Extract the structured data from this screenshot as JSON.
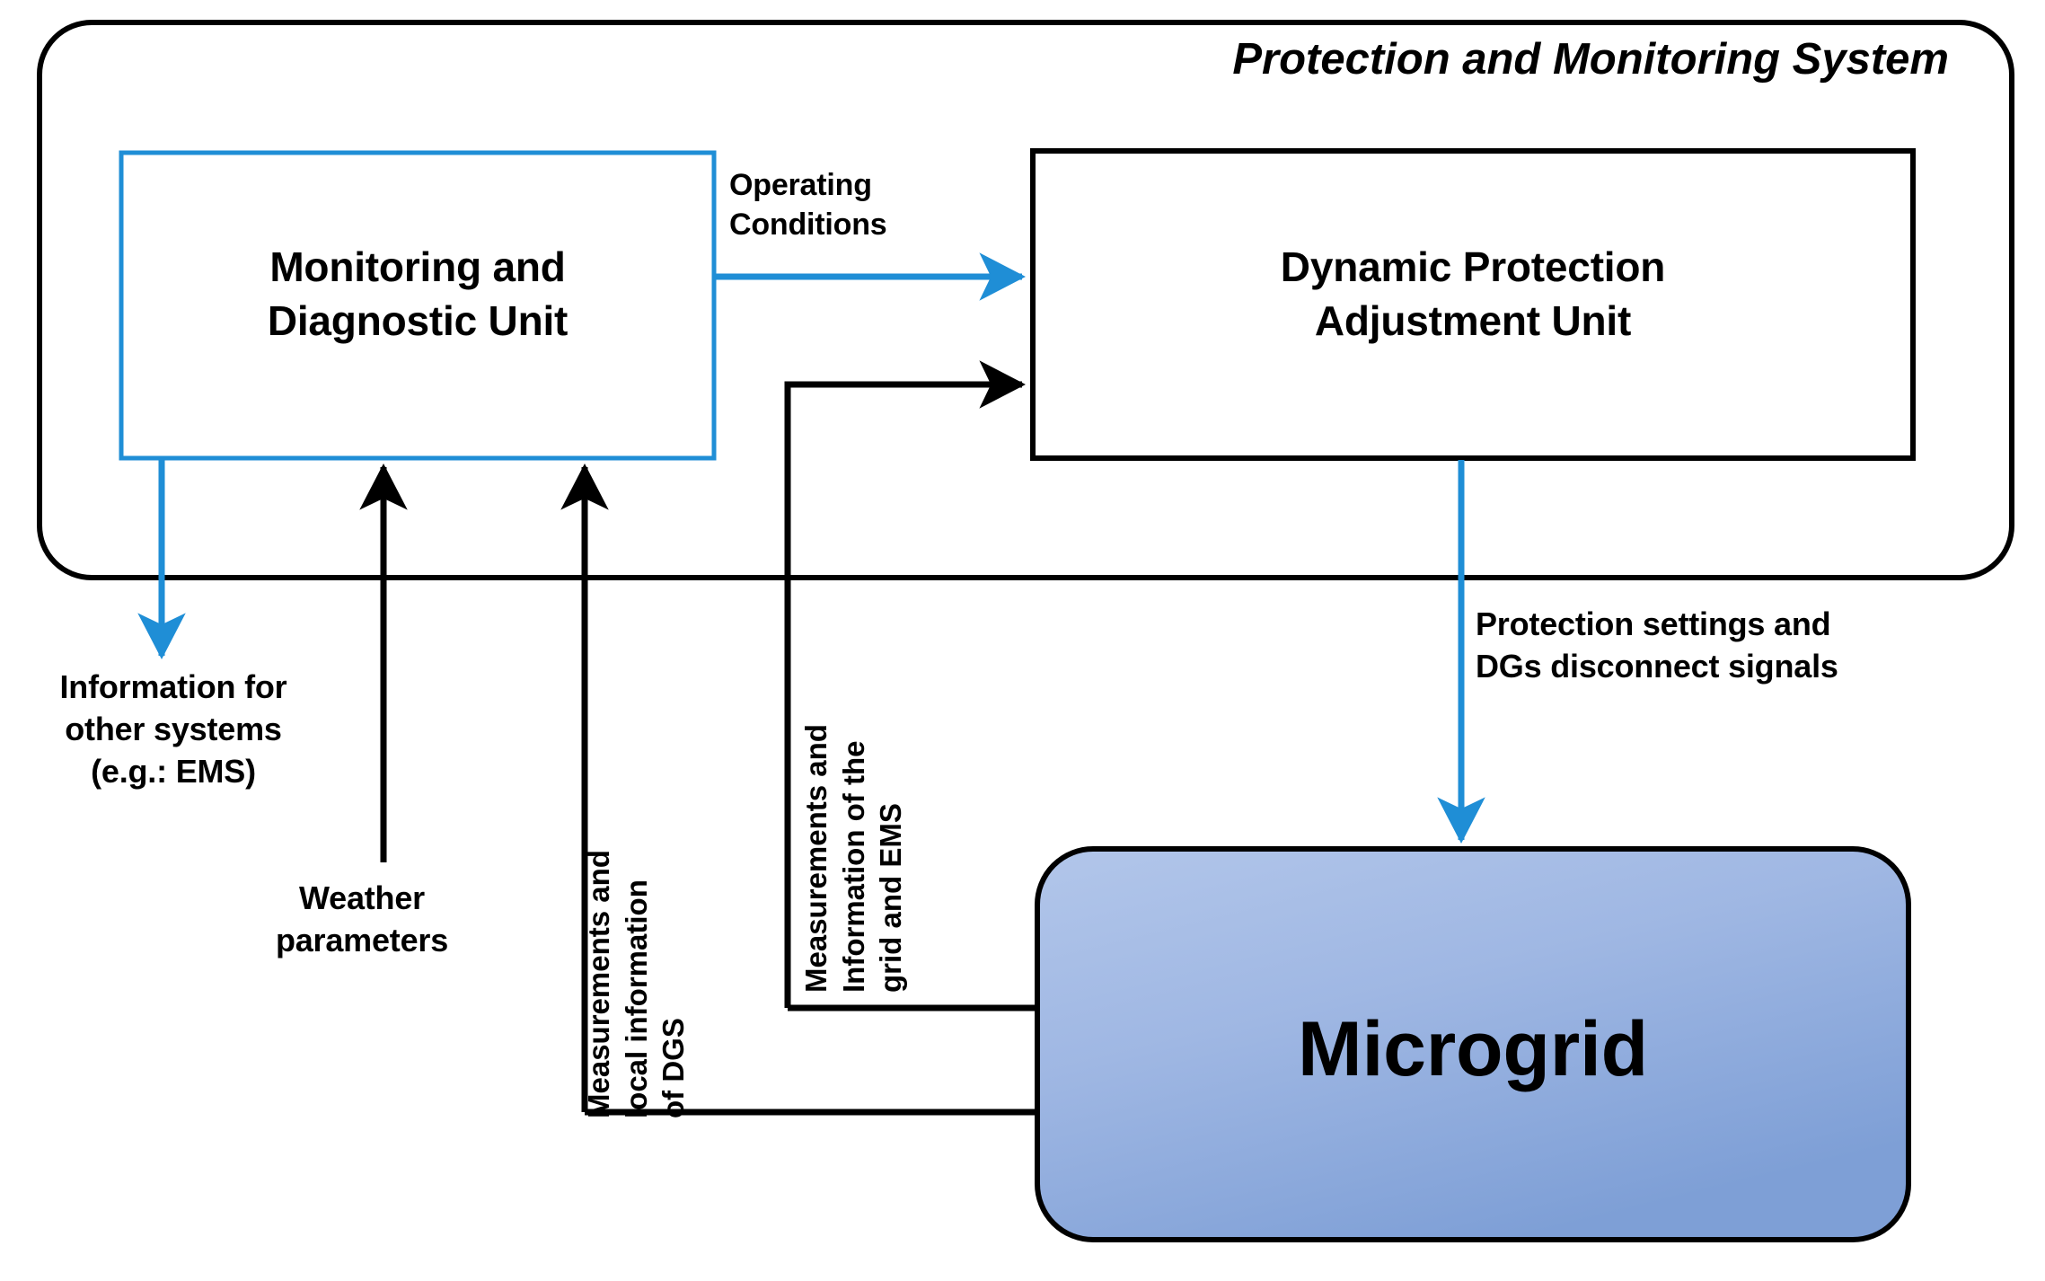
{
  "system": {
    "title": "Protection and Monitoring System"
  },
  "units": {
    "monitoring_diagnostic": "Monitoring and\nDiagnostic Unit",
    "dynamic_protection": "Dynamic Protection\nAdjustment Unit"
  },
  "plant": {
    "microgrid": "Microgrid"
  },
  "edges": {
    "operating_conditions": "Operating\nConditions",
    "information_other_systems": "Information for\nother systems\n(e.g.:  EMS)",
    "weather_parameters": "Weather\nparameters",
    "measurements_local_dgs": "Measurements and\nlocal information\nof DGS",
    "measurements_grid_ems": "Measurements and\nInformation of the\ngrid and EMS",
    "protection_settings": "Protection settings and\nDGs disconnect signals"
  },
  "colors": {
    "accent_blue": "#1f8ed6",
    "outline_black": "#000000",
    "microgrid_fill_light": "#adc2e8",
    "microgrid_fill_dark": "#7e9fd6",
    "background": "#ffffff"
  }
}
